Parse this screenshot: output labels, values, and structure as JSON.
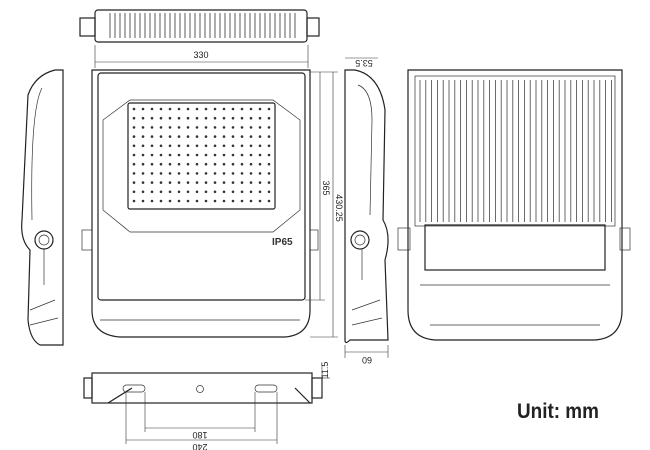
{
  "drawing": {
    "unit_label": "Unit: mm",
    "ip_rating": "IP65",
    "dimensions": {
      "width": "330",
      "panel_height": "365",
      "total_height": "430.25",
      "depth_top": "53.5",
      "depth_bottom": "60",
      "bracket_offset": "11.5",
      "hole_spacing_inner": "180",
      "hole_spacing_outer": "240"
    }
  }
}
